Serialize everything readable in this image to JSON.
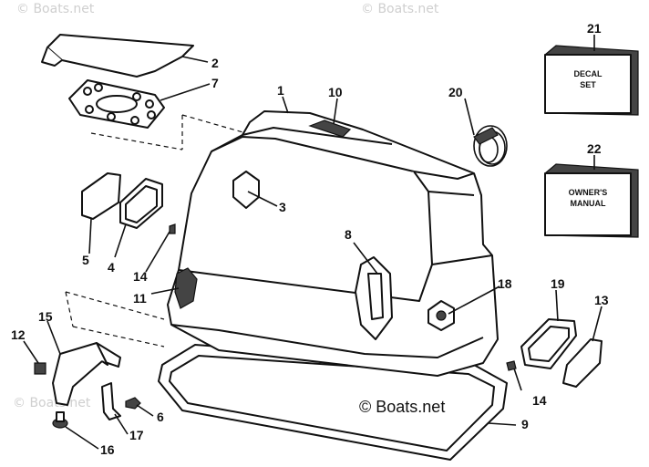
{
  "watermarks": {
    "top_left": "© Boats.net",
    "top_right": "© Boats.net",
    "bottom_left": "© Boats.net",
    "copyright": "© Boats.net"
  },
  "callouts": {
    "c1": "1",
    "c2": "2",
    "c3": "3",
    "c4": "4",
    "c5": "5",
    "c6": "6",
    "c7": "7",
    "c8": "8",
    "c9": "9",
    "c10": "10",
    "c11": "11",
    "c12": "12",
    "c13": "13",
    "c14a": "14",
    "c14b": "14",
    "c15": "15",
    "c16": "16",
    "c17": "17",
    "c18": "18",
    "c19": "19",
    "c20": "20",
    "c21": "21",
    "c22": "22"
  },
  "boxes": {
    "decal_line1": "DECAL",
    "decal_line2": "SET",
    "manual_line1": "OWNER'S",
    "manual_line2": "MANUAL"
  }
}
